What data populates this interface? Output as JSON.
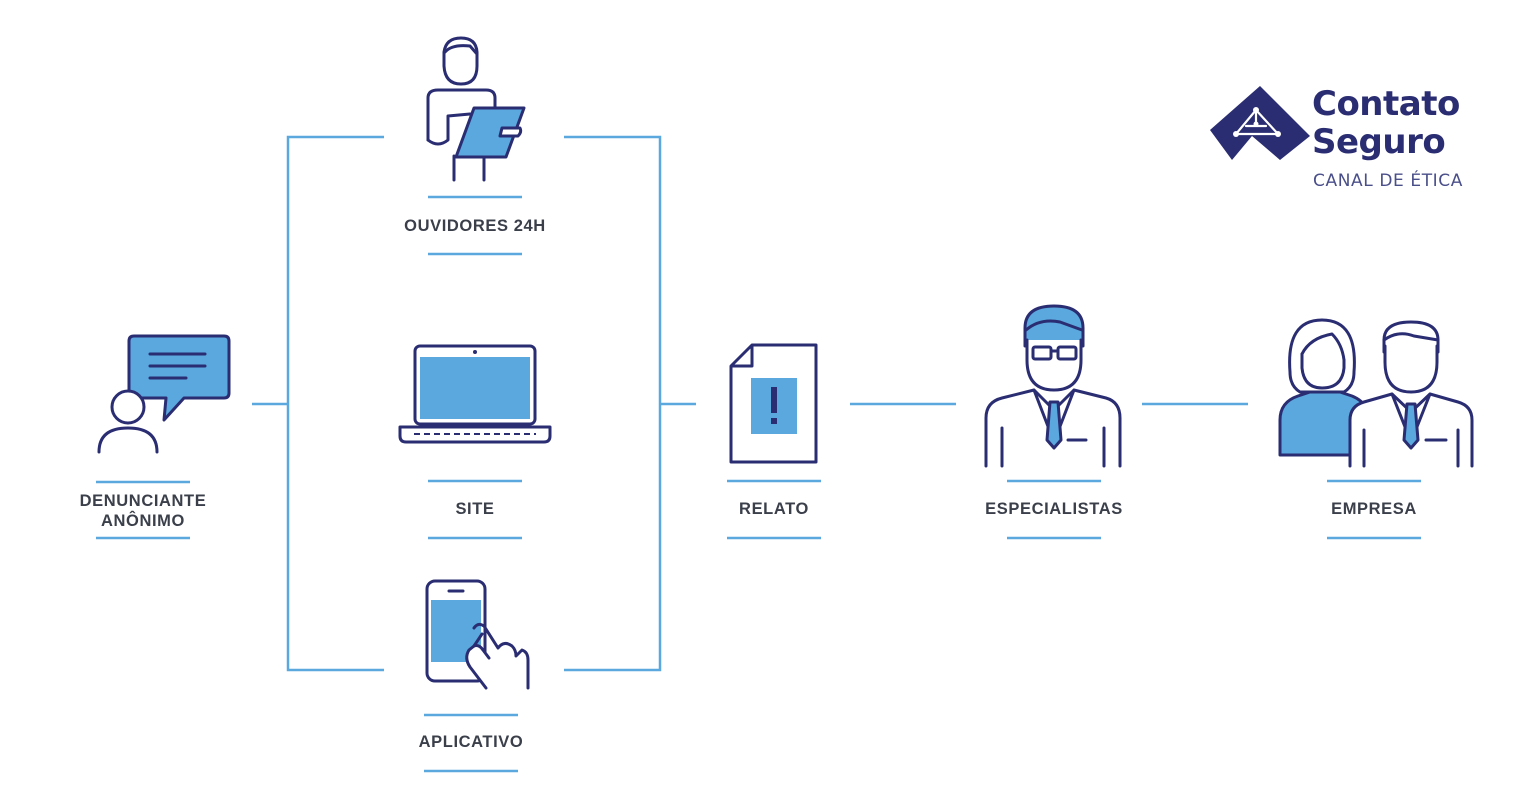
{
  "logo": {
    "line1": "Contato",
    "line2": "Seguro",
    "tagline": "CANAL DE ÉTICA"
  },
  "nodes": {
    "denunciante": {
      "line1": "DENUNCIANTE",
      "line2": "ANÔNIMO"
    },
    "ouvidores": {
      "label": "OUVIDORES 24H"
    },
    "site": {
      "label": "SITE"
    },
    "aplicativo": {
      "label": "APLICATIVO"
    },
    "relato": {
      "label": "RELATO"
    },
    "especialistas": {
      "label": "ESPECIALISTAS"
    },
    "empresa": {
      "label": "EMPRESA"
    }
  },
  "colors": {
    "navy": "#2a2d72",
    "blue": "#5aa8dd",
    "line": "#5aa8dd",
    "text": "#3a3f4a"
  }
}
